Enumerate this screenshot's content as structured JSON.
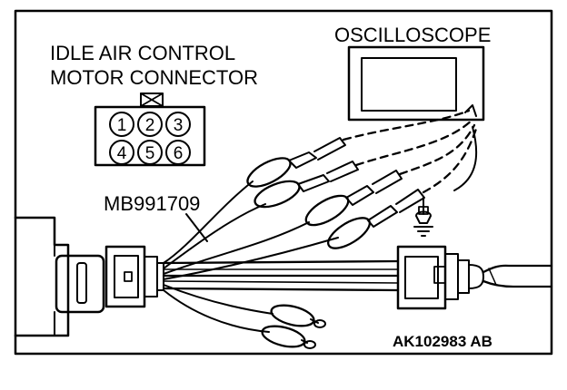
{
  "labels": {
    "connector_title_line1": "IDLE AIR CONTROL",
    "connector_title_line2": "MOTOR CONNECTOR",
    "oscilloscope": "OSCILLOSCOPE",
    "harness_part": "MB991709",
    "figure_code": "AK102983 AB"
  },
  "connector_pins": [
    "1",
    "2",
    "3",
    "4",
    "5",
    "6"
  ],
  "colors": {
    "line": "#000000",
    "background": "#ffffff"
  }
}
